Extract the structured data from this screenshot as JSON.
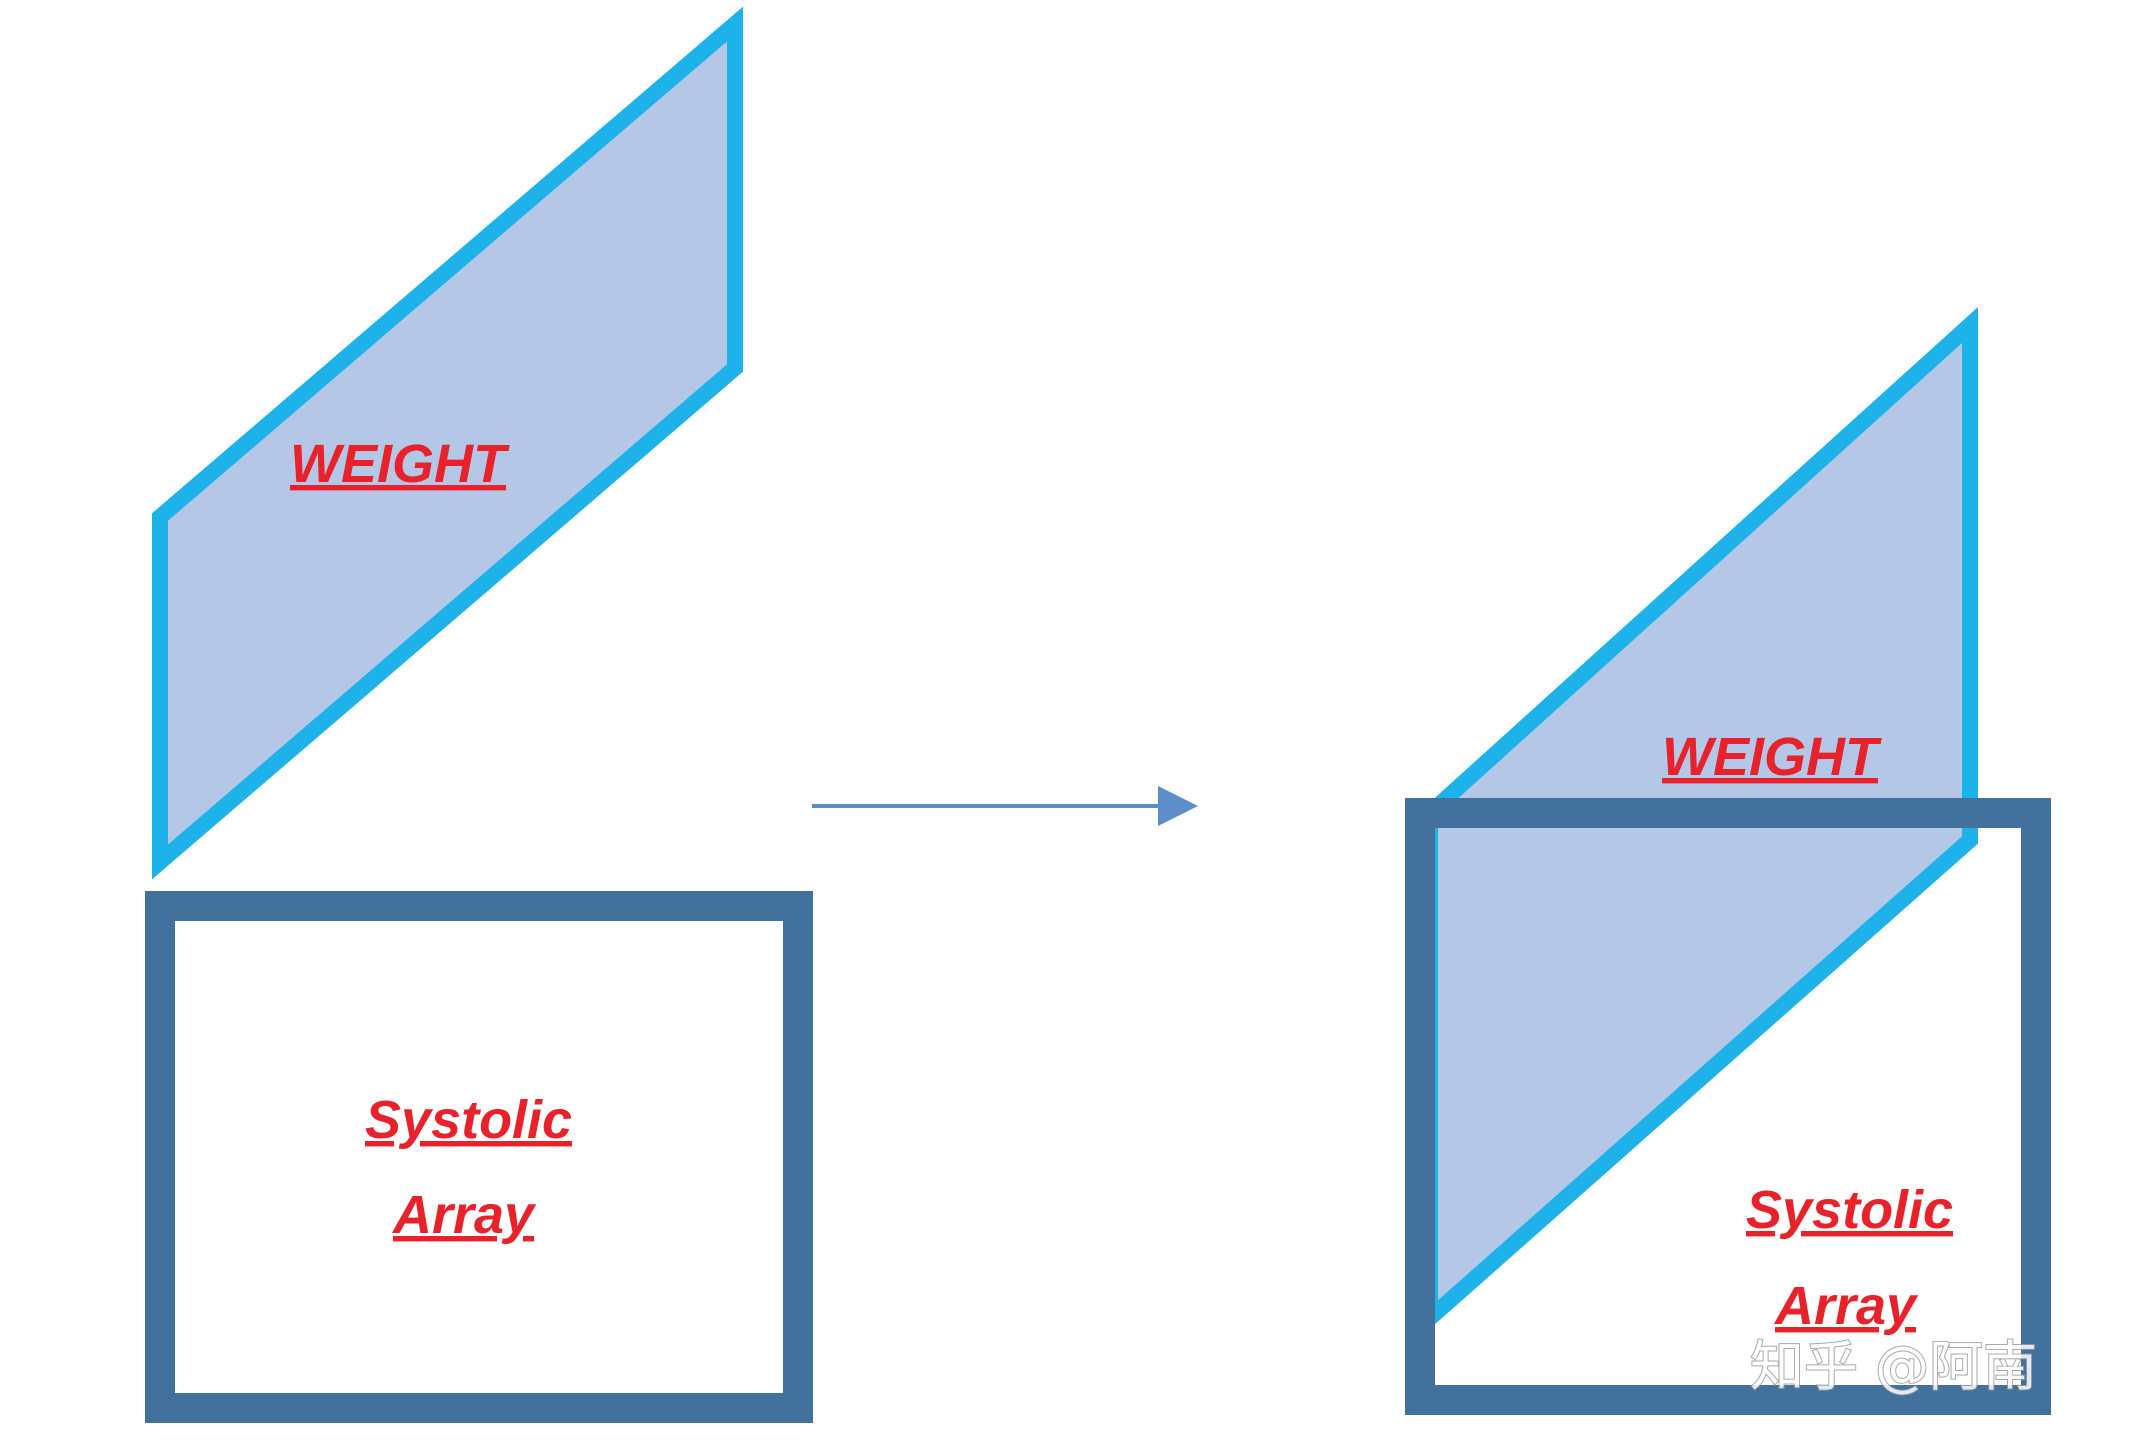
{
  "diagram": {
    "left": {
      "weight_label": "WEIGHT",
      "array_label_line1": "Systolic",
      "array_label_line2": "Array"
    },
    "right": {
      "weight_label": "WEIGHT",
      "array_label_line1": "Systolic",
      "array_label_line2": "Array"
    }
  },
  "watermark": "知乎 @阿南",
  "colors": {
    "weight_fill": "#b4c7e7",
    "weight_stroke": "#1eb2ea",
    "array_stroke": "#41719c",
    "arrow": "#5b8ec9",
    "label": "#e8222a"
  }
}
